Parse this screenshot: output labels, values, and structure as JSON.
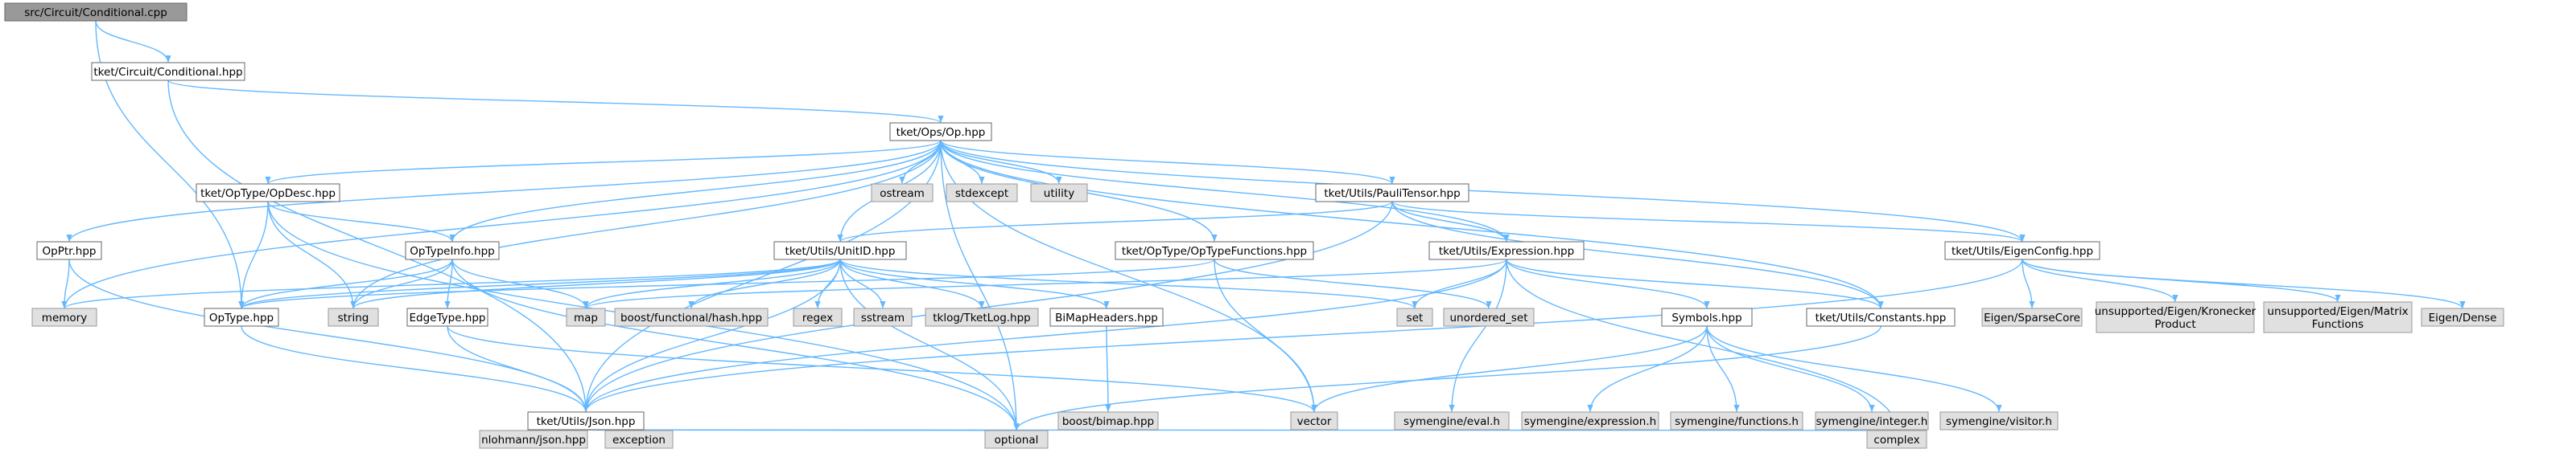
{
  "colors": {
    "root_fill": "#999999",
    "local_fill": "#ffffff",
    "local_stroke": "#666666",
    "external_fill": "#e0e0e0",
    "external_stroke": "#999999",
    "edge": "#63B8FF",
    "text": "#000000"
  },
  "nodes": {
    "root": {
      "label": "src/Circuit/Conditional.cpp",
      "kind": "root"
    },
    "cond_hpp": {
      "label": "tket/Circuit/Conditional.hpp",
      "kind": "local"
    },
    "op": {
      "label": "tket/Ops/Op.hpp",
      "kind": "local"
    },
    "json": {
      "label": "tket/Utils/Json.hpp",
      "kind": "local"
    },
    "optype": {
      "label": "OpType.hpp",
      "kind": "local"
    },
    "opdesc": {
      "label": "tket/OpType/OpDesc.hpp",
      "kind": "local"
    },
    "opptr": {
      "label": "OpPtr.hpp",
      "kind": "local"
    },
    "optypeinfo": {
      "label": "OpTypeInfo.hpp",
      "kind": "local"
    },
    "unitid": {
      "label": "tket/Utils/UnitID.hpp",
      "kind": "local"
    },
    "optypefunc": {
      "label": "tket/OpType/OpTypeFunctions.hpp",
      "kind": "local"
    },
    "paulitensor": {
      "label": "tket/Utils/PauliTensor.hpp",
      "kind": "local"
    },
    "expression": {
      "label": "tket/Utils/Expression.hpp",
      "kind": "local"
    },
    "eigenconfig": {
      "label": "tket/Utils/EigenConfig.hpp",
      "kind": "local"
    },
    "edgetype": {
      "label": "EdgeType.hpp",
      "kind": "local"
    },
    "bimap": {
      "label": "BiMapHeaders.hpp",
      "kind": "local"
    },
    "symbols": {
      "label": "Symbols.hpp",
      "kind": "local"
    },
    "constants": {
      "label": "tket/Utils/Constants.hpp",
      "kind": "local"
    },
    "memory": {
      "label": "memory",
      "kind": "external"
    },
    "string": {
      "label": "string",
      "kind": "external"
    },
    "map": {
      "label": "map",
      "kind": "external"
    },
    "ostream": {
      "label": "ostream",
      "kind": "external"
    },
    "stdexcept": {
      "label": "stdexcept",
      "kind": "external"
    },
    "utility": {
      "label": "utility",
      "kind": "external"
    },
    "boostfh": {
      "label": "boost/functional/hash.hpp",
      "kind": "external"
    },
    "regex": {
      "label": "regex",
      "kind": "external"
    },
    "sstream": {
      "label": "sstream",
      "kind": "external"
    },
    "tklog": {
      "label": "tklog/TketLog.hpp",
      "kind": "external"
    },
    "set": {
      "label": "set",
      "kind": "external"
    },
    "unordered": {
      "label": "unordered_set",
      "kind": "external"
    },
    "boostbimap": {
      "label": "boost/bimap.hpp",
      "kind": "external"
    },
    "vector": {
      "label": "vector",
      "kind": "external"
    },
    "symeval": {
      "label": "symengine/eval.h",
      "kind": "external"
    },
    "symexpr": {
      "label": "symengine/expression.h",
      "kind": "external"
    },
    "symfunc": {
      "label": "symengine/functions.h",
      "kind": "external"
    },
    "symint": {
      "label": "symengine/integer.h",
      "kind": "external"
    },
    "symvis": {
      "label": "symengine/visitor.h",
      "kind": "external"
    },
    "eigensparse": {
      "label": "Eigen/SparseCore",
      "kind": "external"
    },
    "kron": {
      "label": [
        "unsupported/Eigen/Kronecker",
        "Product"
      ],
      "kind": "external"
    },
    "matfunc": {
      "label": [
        "unsupported/Eigen/Matrix",
        "Functions"
      ],
      "kind": "external"
    },
    "eigendense": {
      "label": "Eigen/Dense",
      "kind": "external"
    },
    "nlohmann": {
      "label": "nlohmann/json.hpp",
      "kind": "external"
    },
    "exception": {
      "label": "exception",
      "kind": "external"
    },
    "optional": {
      "label": "optional",
      "kind": "external"
    },
    "complex": {
      "label": "complex",
      "kind": "external"
    }
  },
  "edges": [
    [
      "root",
      "cond_hpp"
    ],
    [
      "root",
      "optype"
    ],
    [
      "cond_hpp",
      "op"
    ],
    [
      "cond_hpp",
      "json"
    ],
    [
      "op",
      "opdesc"
    ],
    [
      "op",
      "opptr"
    ],
    [
      "op",
      "optypeinfo"
    ],
    [
      "op",
      "unitid"
    ],
    [
      "op",
      "optypefunc"
    ],
    [
      "op",
      "paulitensor"
    ],
    [
      "op",
      "expression"
    ],
    [
      "op",
      "eigenconfig"
    ],
    [
      "op",
      "constants"
    ],
    [
      "op",
      "json"
    ],
    [
      "op",
      "memory"
    ],
    [
      "op",
      "string"
    ],
    [
      "op",
      "ostream"
    ],
    [
      "op",
      "stdexcept"
    ],
    [
      "op",
      "utility"
    ],
    [
      "op",
      "vector"
    ],
    [
      "op",
      "optional"
    ],
    [
      "opdesc",
      "optype"
    ],
    [
      "opdesc",
      "optypeinfo"
    ],
    [
      "opdesc",
      "string"
    ],
    [
      "opdesc",
      "optional"
    ],
    [
      "opptr",
      "memory"
    ],
    [
      "opptr",
      "json"
    ],
    [
      "optypeinfo",
      "optype"
    ],
    [
      "optypeinfo",
      "edgetype"
    ],
    [
      "optypeinfo",
      "map"
    ],
    [
      "optypeinfo",
      "string"
    ],
    [
      "optypeinfo",
      "optional"
    ],
    [
      "unitid",
      "optype"
    ],
    [
      "unitid",
      "memory"
    ],
    [
      "unitid",
      "string"
    ],
    [
      "unitid",
      "map"
    ],
    [
      "unitid",
      "boostfh"
    ],
    [
      "unitid",
      "regex"
    ],
    [
      "unitid",
      "sstream"
    ],
    [
      "unitid",
      "tklog"
    ],
    [
      "unitid",
      "bimap"
    ],
    [
      "unitid",
      "json"
    ],
    [
      "unitid",
      "set"
    ],
    [
      "unitid",
      "optional"
    ],
    [
      "optypefunc",
      "optype"
    ],
    [
      "optypefunc",
      "unordered"
    ],
    [
      "optypefunc",
      "vector"
    ],
    [
      "paulitensor",
      "unitid"
    ],
    [
      "paulitensor",
      "expression"
    ],
    [
      "paulitensor",
      "eigenconfig"
    ],
    [
      "paulitensor",
      "constants"
    ],
    [
      "paulitensor",
      "json"
    ],
    [
      "expression",
      "map"
    ],
    [
      "expression",
      "set"
    ],
    [
      "expression",
      "symbols"
    ],
    [
      "expression",
      "constants"
    ],
    [
      "expression",
      "json"
    ],
    [
      "expression",
      "symeval"
    ],
    [
      "expression",
      "complex"
    ],
    [
      "eigenconfig",
      "eigensparse"
    ],
    [
      "eigenconfig",
      "kron"
    ],
    [
      "eigenconfig",
      "matfunc"
    ],
    [
      "eigenconfig",
      "eigendense"
    ],
    [
      "eigenconfig",
      "json"
    ],
    [
      "edgetype",
      "json"
    ],
    [
      "edgetype",
      "vector"
    ],
    [
      "optype",
      "json"
    ],
    [
      "bimap",
      "boostbimap"
    ],
    [
      "symbols",
      "symexpr"
    ],
    [
      "symbols",
      "symfunc"
    ],
    [
      "symbols",
      "symint"
    ],
    [
      "symbols",
      "symvis"
    ],
    [
      "symbols",
      "vector"
    ],
    [
      "constants",
      "optional"
    ],
    [
      "json",
      "nlohmann"
    ],
    [
      "json",
      "exception"
    ],
    [
      "json",
      "optional"
    ],
    [
      "json",
      "complex"
    ]
  ]
}
